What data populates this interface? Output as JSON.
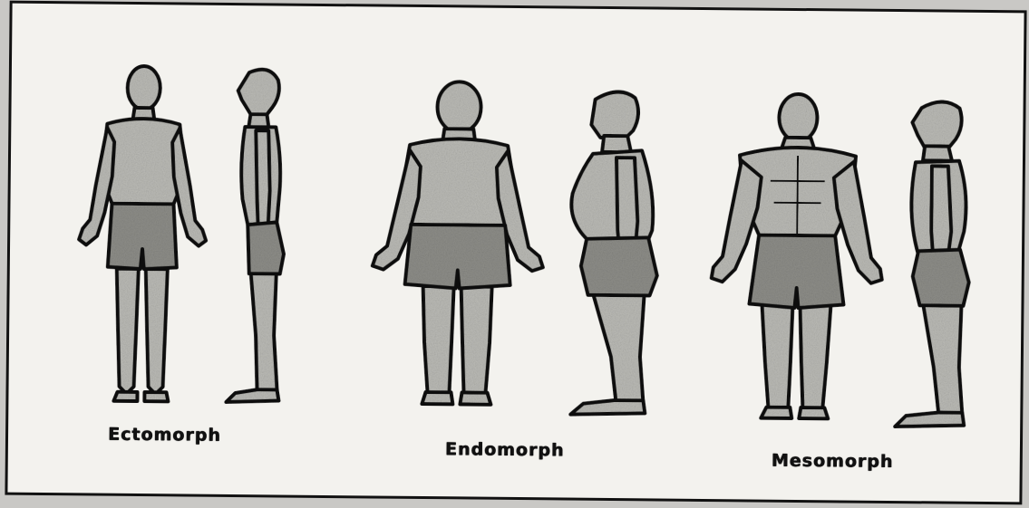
{
  "labels": {
    "ectomorph": "Ectomorph",
    "endomorph": "Endomorph",
    "mesomorph": "Mesomorph"
  },
  "colors": {
    "ink": "#111111",
    "skin_tone": "#bdbdb8",
    "shorts_tone": "#8f8f8a",
    "paper": "#f3f2ee"
  }
}
